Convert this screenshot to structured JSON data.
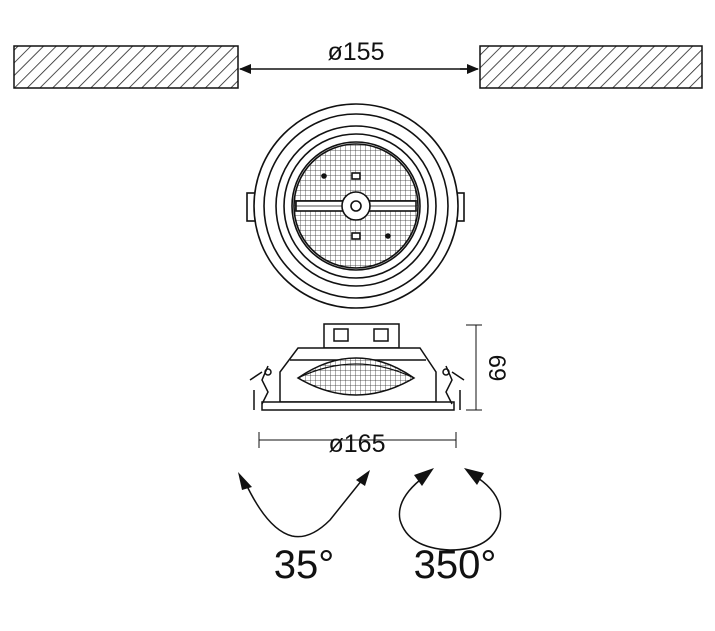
{
  "dimensions": {
    "cutout_diameter": "ø155",
    "outer_diameter": "ø165",
    "height": "69"
  },
  "adjustments": {
    "tilt": "35°",
    "rotation": "350°"
  },
  "colors": {
    "line": "#111111",
    "hatch": "#222222",
    "background": "#ffffff"
  }
}
